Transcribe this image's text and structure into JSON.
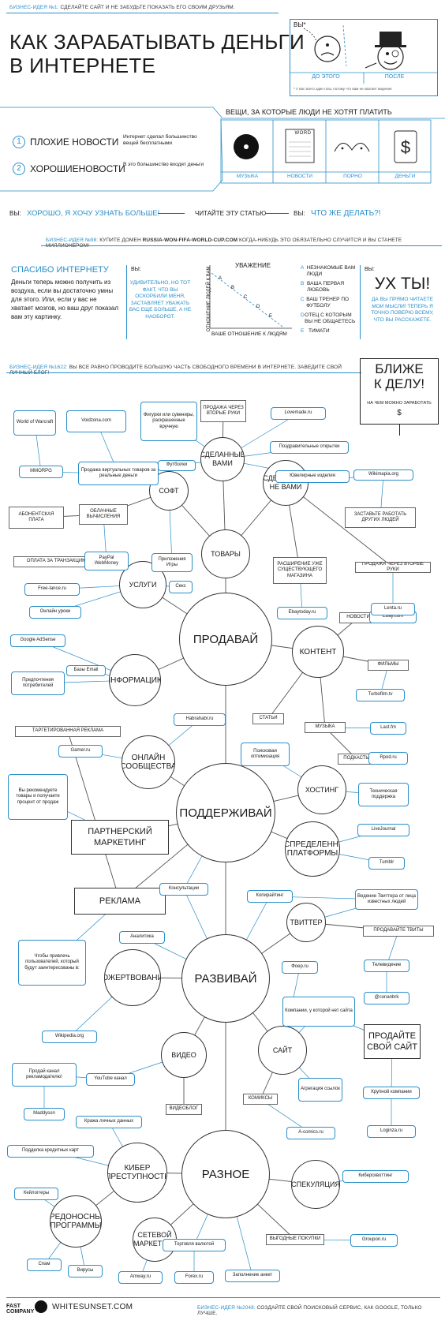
{
  "header": {
    "idea1_tag": "БИЗНЕС-ИДЕЯ №1:",
    "idea1_text": "СДЕЛАЙТЕ САЙТ И НЕ ЗАБУДЬТЕ ПОКАЗАТЬ ЕГО СВОИМ ДРУЗЬЯМ.",
    "title_line1": "КАК ЗАРАБАТЫВАТЬ ДЕНЬГИ",
    "title_line2": "В ИНТЕРНЕТЕ",
    "you_label": "ВЫ*",
    "before_label": "ДО ЭТОГО",
    "after_label": "ПОСЛЕ",
    "footnote": "* У вас всего один глаз, потому что вам не хватает видения"
  },
  "news": {
    "things_title": "ВЕЩИ, ЗА КОТОРЫЕ ЛЮДИ НЕ ХОТЯТ ПЛАТИТЬ",
    "bad_num": "1",
    "bad_label": "ПЛОХИЕ НОВОСТИ",
    "bad_text": "Интернет сделал большинство вещей бесплатными",
    "good_num": "2",
    "good_label": "ХОРОШИЕНОВОСТИ",
    "good_text": "В это большинство входят деньги",
    "items": [
      "МУЗЫКА",
      "НОВОСТИ",
      "ПОРНО",
      "ДЕНЬГИ"
    ],
    "word_label": "WORD"
  },
  "readline": {
    "you1": "ВЫ:",
    "want_more": "ХОРОШО, Я ХОЧУ УЗНАТЬ БОЛЬШЕ!",
    "read_article": "ЧИТАЙТЕ ЭТУ СТАТЬЮ",
    "you2": "ВЫ:",
    "what_to_do": "ЧТО ЖЕ ДЕЛАТЬ?!"
  },
  "idea98": {
    "tag": "БИЗНЕС-ИДЕЯ №98:",
    "text1": "КУПИТЕ ДОМЕН",
    "domain": "RUSSIA-WON-FIFA-WORLD-CUP.COM",
    "text2": "КОГДА-НИБУДЬ ЭТО ОБЯЗАТЕЛЬНО СЛУЧИТСЯ И ВЫ СТАНЕТЕ МИЛЛИОНЕРОМ!"
  },
  "thanks": {
    "title": "СПАСИБО ИНТЕРНЕТУ",
    "text": "Деньги теперь можно получить из воздуха, если вы достаточно умны для этого. Или, если у вас не хватает мозгов, но ваш друг показал вам эту картинку.",
    "you_label": "ВЫ:",
    "you_text": "УДИВИТЕЛЬНО, НО ТОТ ФАКТ, ЧТО ВЫ ОСКОРБИЛИ МЕНЯ, ЗАСТАВЛЯЕТ УВАЖАТЬ ВАС ЕЩЕ БОЛЬШЕ, А НЕ НАОБОРОТ."
  },
  "respect_chart": {
    "title": "УВАЖЕНИЕ",
    "ylabel": "ОТНОШЕНИЕ ЛЮДЕЙ К ВАМ",
    "xlabel": "ВАШЕ ОТНОШЕНИЕ К ЛЮДЯМ",
    "points": [
      "A",
      "B",
      "C",
      "D",
      "E"
    ],
    "legend": [
      {
        "key": "A",
        "text": "НЕЗНАКОМЫЕ ВАМ ЛЮДИ"
      },
      {
        "key": "B",
        "text": "ВАША ПЕРВАЯ ЛЮБОВЬ"
      },
      {
        "key": "C",
        "text": "ВАШ ТРЕНЕР ПО ФУТБОЛУ"
      },
      {
        "key": "D",
        "text": "ОТЕЦ С КОТОРЫМ ВЫ НЕ ОБЩАЕТЕСЬ"
      },
      {
        "key": "E",
        "text": "ТИМАТИ"
      }
    ]
  },
  "wow": {
    "you_label": "ВЫ:",
    "title": "УХ ТЫ!",
    "text": "ДА ВЫ ПРЯМО ЧИТАЕТЕ МОИ МЫСЛИ! ТЕПЕРЬ Я ТОЧНО ПОВЕРЮ ВСЕМУ, ЧТО ВЫ РАССКАЖЕТЕ."
  },
  "idea1622": {
    "tag": "БИЗНЕС-ИДЕЯ №1622:",
    "text": "ВЫ ВСЕ РАВНО ПРОВОДИТЕ БОЛЬШУЮ ЧАСТЬ СВОБОДНОГО ВРЕМЕНИ В ИНТЕРНЕТЕ. ЗАВЕДИТЕ СВОЙ ЛИЧНЫЙ БЛОГ!"
  },
  "closer": {
    "line1": "БЛИЖЕ",
    "line2": "К ДЕЛУ!",
    "sub": "НА ЧЕМ МОЖНО ЗАРАБОТАТЬ",
    "dollar": "$"
  },
  "mindmap": {
    "hubs": [
      {
        "id": "sell",
        "label": "ПРОДАВАЙ"
      },
      {
        "id": "support",
        "label": "ПОДДЕРЖИВАЙ"
      },
      {
        "id": "develop",
        "label": "РАЗВИВАЙ"
      },
      {
        "id": "misc",
        "label": "РАЗНОЕ"
      }
    ],
    "circles": [
      {
        "id": "goods",
        "label": "ТОВАРЫ"
      },
      {
        "id": "soft",
        "label": "СОФТ"
      },
      {
        "id": "made_by_you",
        "label": "СДЕЛАННЫЕ ВАМИ"
      },
      {
        "id": "made_not_by_you",
        "label": "СДЕЛАННЫЕ НЕ ВАМИ"
      },
      {
        "id": "services",
        "label": "УСЛУГИ"
      },
      {
        "id": "content",
        "label": "КОНТЕНТ"
      },
      {
        "id": "information",
        "label": "ИНФОРМАЦИЮ"
      },
      {
        "id": "online_comm",
        "label": "ОНЛАЙН СООБЩЕСТВА"
      },
      {
        "id": "hosting",
        "label": "ХОСТИНГ"
      },
      {
        "id": "distributed",
        "label": "РАСПРЕДЕЛЕННЫЕ ПЛАТФОРМЫ"
      },
      {
        "id": "twitter",
        "label": "ТВИТТЕР"
      },
      {
        "id": "donations",
        "label": "ПОЖЕРТВОВАНИЯ"
      },
      {
        "id": "video",
        "label": "ВИДЕО"
      },
      {
        "id": "site",
        "label": "САЙТ"
      },
      {
        "id": "cyber",
        "label": "КИБЕР ПРЕСТУПНОСТЬ"
      },
      {
        "id": "speculation",
        "label": "СПЕКУЛЯЦИЯ"
      },
      {
        "id": "net_marketing",
        "label": "СЕТЕВОЙ МАРКЕТИНГ"
      },
      {
        "id": "malware",
        "label": "ВРЕДОНОСНЫЕ ПРОГРАММЫ"
      }
    ],
    "big_boxes": [
      {
        "id": "partner",
        "label": "ПАРТНЕРСКИЙ МАРКЕТИНГ"
      },
      {
        "id": "ads",
        "label": "РЕКЛАМА"
      },
      {
        "id": "sell_site",
        "label": "ПРОДАЙТЕ СВОЙ САЙТ"
      }
    ],
    "gray_boxes": [
      {
        "id": "resale",
        "label": "ПРОДАЖА ЧЕРЕЗ ВТОРЫЕ РУКИ"
      },
      {
        "id": "subscr",
        "label": "АБОНЕНТСКАЯ ПЛАТА"
      },
      {
        "id": "cloud",
        "label": "ОБЛАЧНЫЕ ВЫЧИСЛЕНИЯ"
      },
      {
        "id": "paytrans",
        "label": "ОПЛАТА ЗА ТРАНЗАКЦИЮ"
      },
      {
        "id": "make_work",
        "label": "ЗАСТАВЬТЕ РАБОТАТЬ ДРУГИХ ЛЮДЕЙ"
      },
      {
        "id": "extend",
        "label": "РАСШИРЕНИЕ УЖЕ СУЩЕСТВУЮЩЕГО МАГАЗИНА"
      },
      {
        "id": "resale2",
        "label": "ПРОДАЖА ЧЕРЕЗ ВТОРЫЕ РУКИ"
      },
      {
        "id": "news2",
        "label": "НОВОСТИ"
      },
      {
        "id": "films",
        "label": "ФИЛЬМЫ"
      },
      {
        "id": "articles",
        "label": "СТАТЬИ"
      },
      {
        "id": "music2",
        "label": "МУЗЫКА"
      },
      {
        "id": "podcasts",
        "label": "ПОДКАСТЫ"
      },
      {
        "id": "targeted",
        "label": "ТАРГЕТИРОВАННАЯ РЕКЛАМА"
      },
      {
        "id": "sell_tweets",
        "label": "ПРОДАВАЙТЕ ТВИТЫ"
      },
      {
        "id": "videoblog",
        "label": "ВИДЕОБЛОГ"
      },
      {
        "id": "comics",
        "label": "КОМИКСЫ"
      },
      {
        "id": "deals",
        "label": "ВЫГОДНЫЕ ПОКУПКИ"
      }
    ],
    "blue_boxes": [
      {
        "id": "wow_game",
        "label": "World of Warcraft"
      },
      {
        "id": "voidzona",
        "label": "Voidzona.com"
      },
      {
        "id": "figures",
        "label": "Фигурки или сувениры, раскрашенные вручную"
      },
      {
        "id": "lovemade",
        "label": "Lovemade.ru"
      },
      {
        "id": "mmorpg",
        "label": "MMORPG"
      },
      {
        "id": "virtual_goods",
        "label": "Продажа виртуальных товаров за реальные деньги"
      },
      {
        "id": "tshirts",
        "label": "Футболки"
      },
      {
        "id": "cards",
        "label": "Поздравительные открытки"
      },
      {
        "id": "jewelry",
        "label": "Ювелирные изделия"
      },
      {
        "id": "wikimapia",
        "label": "Wikimapia.org"
      },
      {
        "id": "paypal",
        "label": "PayPal WebMoney"
      },
      {
        "id": "apps",
        "label": "Приложения Игры"
      },
      {
        "id": "freelance",
        "label": "Free-lance.ru"
      },
      {
        "id": "sex",
        "label": "Секс"
      },
      {
        "id": "ebay",
        "label": "Ebay.com"
      },
      {
        "id": "online_lessons",
        "label": "Онлайн уроки"
      },
      {
        "id": "ebaytoday",
        "label": "Ebaytoday.ru"
      },
      {
        "id": "adsense",
        "label": "Google AdSense"
      },
      {
        "id": "email_db",
        "label": "Базы Email"
      },
      {
        "id": "lenta",
        "label": "Lenta.ru"
      },
      {
        "id": "prefs",
        "label": "Предпочтения потребителей"
      },
      {
        "id": "turbofilm",
        "label": "Turbofilm.tv"
      },
      {
        "id": "habr",
        "label": "Habrahabr.ru"
      },
      {
        "id": "lastfm",
        "label": "Last.fm"
      },
      {
        "id": "gamer",
        "label": "Gamer.ru"
      },
      {
        "id": "seo",
        "label": "Поисковая оптимизация"
      },
      {
        "id": "rpod",
        "label": "Rpod.ru"
      },
      {
        "id": "recommend",
        "label": "Вы рекомендуете товары и получаете процент от продаж"
      },
      {
        "id": "techsupport",
        "label": "Техническая поддержка"
      },
      {
        "id": "livejournal",
        "label": "LiveJournal"
      },
      {
        "id": "tumblr",
        "label": "Tumblr"
      },
      {
        "id": "consult",
        "label": "Консультации"
      },
      {
        "id": "copywriting",
        "label": "Копирайтинг"
      },
      {
        "id": "twitter_famous",
        "label": "Ведение Твиттера от лица известных людей"
      },
      {
        "id": "analytics",
        "label": "Аналитика"
      },
      {
        "id": "attract",
        "label": "Чтобы привлечь пользователей, который будут заинтересованы в:"
      },
      {
        "id": "tv",
        "label": "Телевидение"
      },
      {
        "id": "opera",
        "label": "Фоер.ru"
      },
      {
        "id": "conanbrk",
        "label": "@conanbrk"
      },
      {
        "id": "company",
        "label": "Компании, у которой нет сайта"
      },
      {
        "id": "wikipedia",
        "label": "Wikipedia.org"
      },
      {
        "id": "sell_channel",
        "label": "Продай канал рекламодателю!"
      },
      {
        "id": "youtube",
        "label": "YouTube канал"
      },
      {
        "id": "big_company",
        "label": "Крупной компании"
      },
      {
        "id": "aggregation",
        "label": "Агрегация ссылок"
      },
      {
        "id": "maddyson",
        "label": "Maddyson"
      },
      {
        "id": "loginza",
        "label": "Loginza.ru"
      },
      {
        "id": "acomics",
        "label": "A-comics.ru"
      },
      {
        "id": "steal_data",
        "label": "Кража личных данных"
      },
      {
        "id": "fake_cards",
        "label": "Подделка кредитных карт"
      },
      {
        "id": "keyloggers",
        "label": "Кейлоггеры"
      },
      {
        "id": "cybersquat",
        "label": "Киберсквоттинг"
      },
      {
        "id": "spam",
        "label": "Спам"
      },
      {
        "id": "viruses",
        "label": "Вирусы"
      },
      {
        "id": "currency",
        "label": "Торговля валютой"
      },
      {
        "id": "groupon",
        "label": "Groupon.ru"
      },
      {
        "id": "amway",
        "label": "Amway.ru"
      },
      {
        "id": "forex",
        "label": "Forex.ru"
      },
      {
        "id": "forms",
        "label": "Заполнение анкет"
      }
    ]
  },
  "footer": {
    "brand": "FAST COMPANY",
    "site": "WHITESUNSET.COM",
    "idea_tag": "БИЗНЕС-ИДЕЯ №2048:",
    "idea_text": "СОЗДАЙТЕ СВОЙ ПОИСКОВЫЙ СЕРВИС, КАК GOOGLE, ТОЛЬКО ЛУЧШЕ."
  },
  "colors": {
    "accent": "#2a8fc9",
    "ink": "#1a1a1a",
    "line": "#555555"
  }
}
